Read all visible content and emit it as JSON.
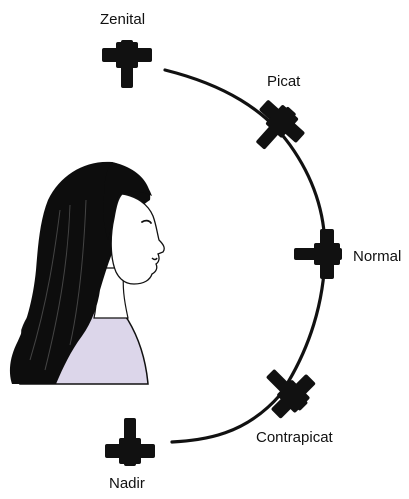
{
  "diagram": {
    "colors": {
      "stroke": "#111111",
      "camera": "#111111",
      "hair": "#0d0d0d",
      "shirt": "#dcd6ea",
      "skin": "#ffffff"
    },
    "angles": [
      {
        "id": "zenital",
        "label": "Zenital",
        "icon": "camera-icon"
      },
      {
        "id": "picat",
        "label": "Picat",
        "icon": "camera-icon"
      },
      {
        "id": "normal",
        "label": "Normal",
        "icon": "camera-icon"
      },
      {
        "id": "contrapicat",
        "label": "Contrapicat",
        "icon": "camera-icon"
      },
      {
        "id": "nadir",
        "label": "Nadir",
        "icon": "camera-icon"
      }
    ]
  }
}
